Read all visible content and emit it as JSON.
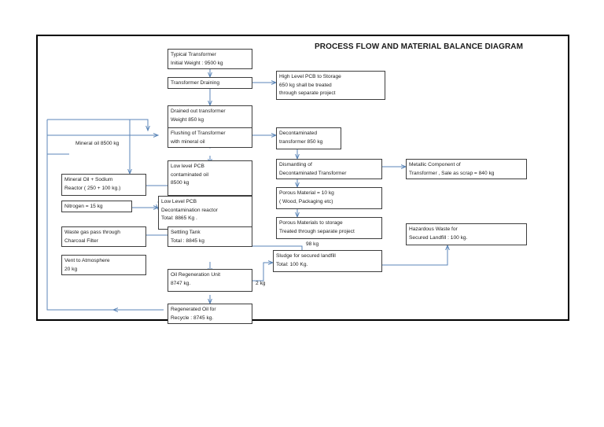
{
  "diagram": {
    "title": "PROCESS FLOW   AND MATERIAL BALANCE DIAGRAM",
    "nodes": [
      {
        "id": "typical-transformer",
        "lines": [
          "Typical Transformer",
          "Initial Weight : 9500 kg"
        ]
      },
      {
        "id": "transformer-draining",
        "lines": [
          "Transformer Draining"
        ]
      },
      {
        "id": "high-level-pcb-storage",
        "lines": [
          "High Level PCB to Storage",
          "650 kg shall be treated",
          "through separate project"
        ]
      },
      {
        "id": "drained-out-transformer",
        "lines": [
          "Drained  out transformer",
          "Weight 850 kg"
        ]
      },
      {
        "id": "flushing-of-transformer",
        "lines": [
          "Flushing of Transformer",
          "with mineral oil"
        ]
      },
      {
        "id": "decontaminated-transformer",
        "lines": [
          "Decontaminated",
          "transformer 850 kg"
        ]
      },
      {
        "id": "low-level-pcb-oil",
        "lines": [
          "Low level PCB",
          "contaminated  oil",
          "8500 kg"
        ]
      },
      {
        "id": "dismantling",
        "lines": [
          "Dismantling of",
          "Decontaminated Transformer"
        ]
      },
      {
        "id": "metallic-component",
        "lines": [
          "Metallic Component of",
          "Transformer , Sale as scrap = 840 kg"
        ]
      },
      {
        "id": "mineral-oil-sodium-reactor",
        "lines": [
          "Mineral Oil + Sodium",
          "Reactor ( 250 + 100 kg.)"
        ]
      },
      {
        "id": "low-level-pcb-reactor",
        "lines": [
          " Low Level PCB",
          "Decontamination reactor",
          "Total: 8865 Kg ."
        ]
      },
      {
        "id": "porous-material",
        "lines": [
          "Porous Material = 10 kg",
          "( Wood, Packaging etc)"
        ]
      },
      {
        "id": "nitrogen",
        "lines": [
          "Nitrogen = 15 kg"
        ]
      },
      {
        "id": "porous-materials-storage",
        "lines": [
          "Porous Materials to storage",
          "Treated through separate project"
        ]
      },
      {
        "id": "hazardous-waste",
        "lines": [
          "Hazardous Waste for",
          "Secured Landfill : 100 kg."
        ]
      },
      {
        "id": "waste-gas-charcoal",
        "lines": [
          "Waste gas  pass through",
          "Charcoal Filter"
        ]
      },
      {
        "id": "settling-tank",
        "lines": [
          "Settling Tank",
          "Total : 8845 kg"
        ]
      },
      {
        "id": "sludge-landfill",
        "lines": [
          "Sludge for secured landfill",
          "Total: 100 Kg."
        ]
      },
      {
        "id": "vent-to-atmosphere",
        "lines": [
          "Vent to Atmosphere",
          "   20 kg"
        ]
      },
      {
        "id": "oil-regeneration-unit",
        "lines": [
          "Oil Regeneration Unit",
          "           8747 kg."
        ]
      },
      {
        "id": "regenerated-oil",
        "lines": [
          "Regenerated Oil for",
          " Recycle : 8745 kg."
        ]
      }
    ],
    "stream_labels": [
      {
        "id": "mineral-oil-stream",
        "text": "Mineral oil 8500 kg"
      },
      {
        "id": "sludge-stream",
        "text": "98 kg"
      },
      {
        "id": "loss-stream",
        "text": "2 kg"
      }
    ],
    "colors": {
      "box_border": "#3d3d3d",
      "arrow": "#5b86b8",
      "frame": "#000000",
      "text": "#1c1c1c"
    }
  }
}
